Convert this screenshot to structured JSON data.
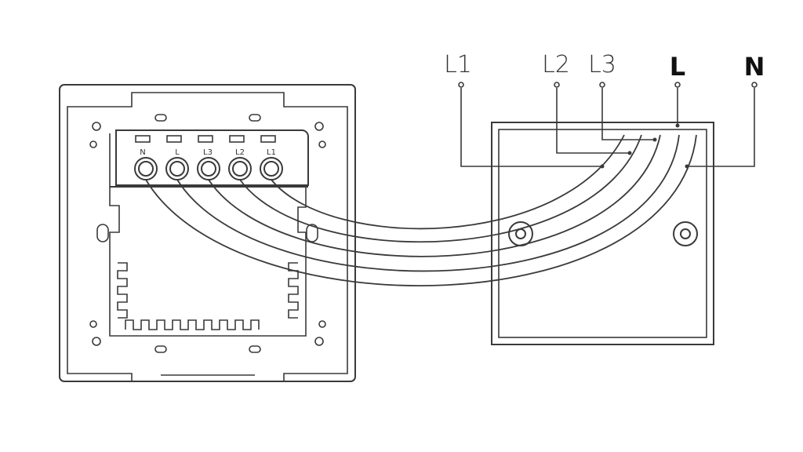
{
  "labels": {
    "l1": "L1",
    "l2": "L2",
    "l3": "L3",
    "l": "L",
    "n": "N"
  },
  "terminals": [
    "N",
    "L",
    "L3",
    "L2",
    "L1"
  ]
}
